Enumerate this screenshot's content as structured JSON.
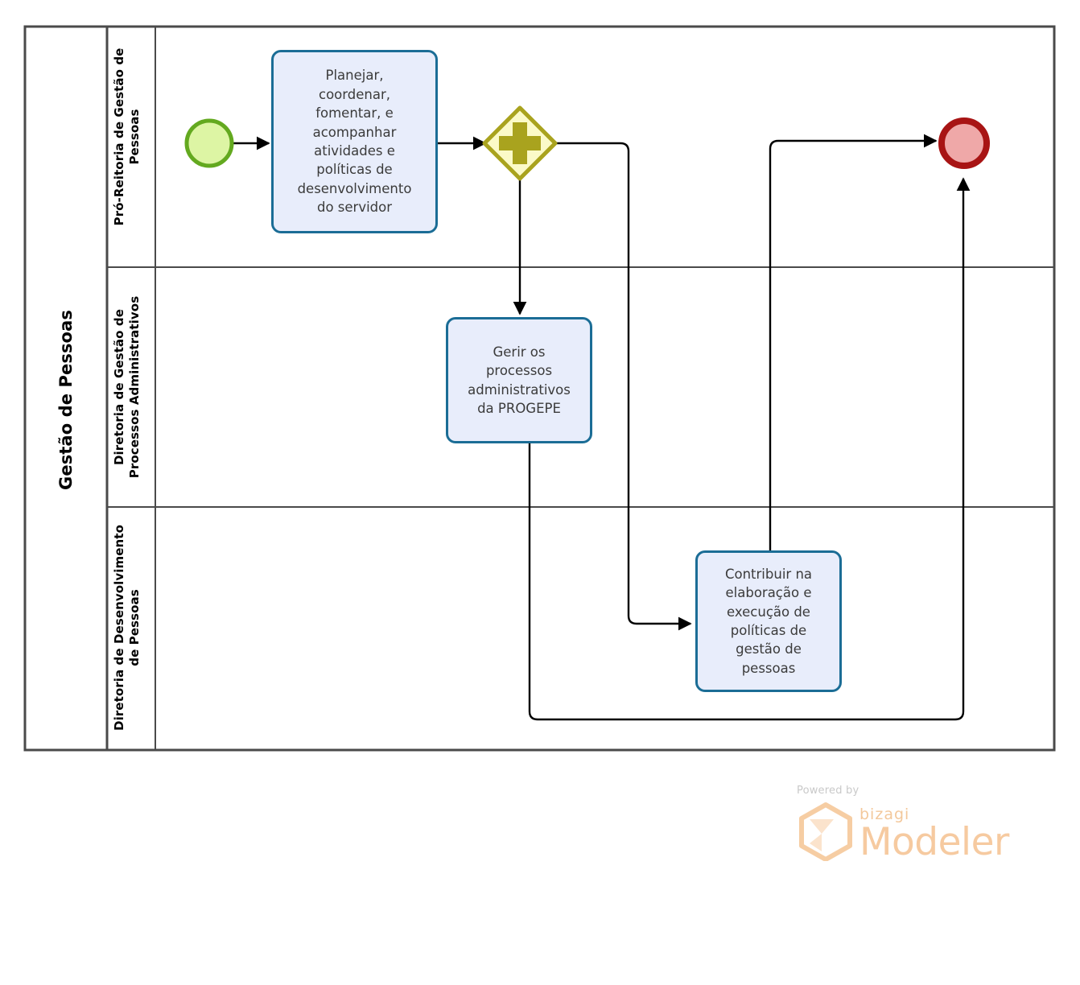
{
  "diagram": {
    "type": "bpmn-process",
    "pool": {
      "name": "Gestão de Pessoas"
    },
    "lanes": [
      {
        "id": "lane1",
        "name": "Pró-Reitoria de Gestão de\nPessoas"
      },
      {
        "id": "lane2",
        "name": "Diretoria de Gestão de\nProcessos Administrativos"
      },
      {
        "id": "lane3",
        "name": "Diretoria de Desenvolvimento\nde Pessoas"
      }
    ],
    "events": [
      {
        "id": "start",
        "type": "start-event",
        "lane": "lane1",
        "fill": "#DDF5A4",
        "stroke": "#63A91F"
      },
      {
        "id": "end",
        "type": "end-event",
        "lane": "lane1",
        "fill": "#EFA8A8",
        "stroke": "#A81414"
      }
    ],
    "gateways": [
      {
        "id": "gw1",
        "type": "parallel-gateway",
        "symbol": "+",
        "lane": "lane1",
        "fill": "#FBFAC8",
        "stroke": "#A8A залиш"
      }
    ],
    "tasks": [
      {
        "id": "task1",
        "lane": "lane1",
        "label": "Planejar,\ncoordenar,\nfomentar, e\nacompanhar\natividades e\npolíticas de\ndesenvolvimento\ndo servidor"
      },
      {
        "id": "task2",
        "lane": "lane2",
        "label": "Gerir os\nprocessos\nadministrativos\nda PROGEPE"
      },
      {
        "id": "task3",
        "lane": "lane3",
        "label": "Contribuir na\nelaboração e\nexecução de\npolíticas de\ngestão de\npessoas"
      }
    ],
    "colors": {
      "task_fill": "#E8EDFB",
      "task_stroke": "#1B6D96",
      "pool_stroke": "#4A4A4A",
      "flow_stroke": "#000000"
    }
  },
  "watermark": {
    "powered_by": "Powered by",
    "brand": "bizagi",
    "product": "Modeler"
  }
}
